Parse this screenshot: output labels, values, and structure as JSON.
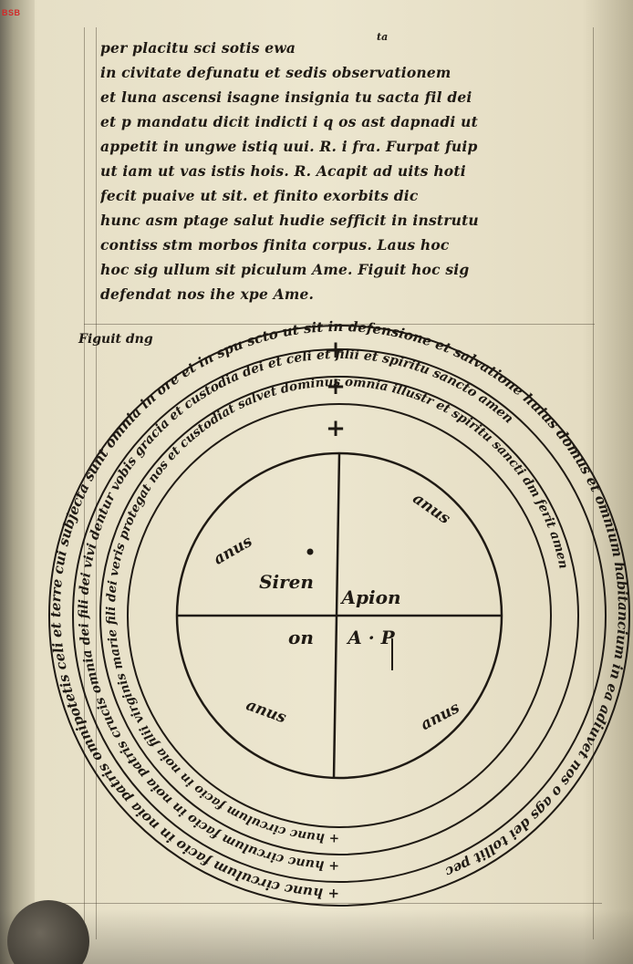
{
  "stamp": "BSB",
  "text_lines": [
    "per placitu sci sotis ewa",
    "in civitate defunatu et sedis observationem",
    "et luna ascensi isagne insignia tu sacta fil dei",
    "et p mandatu dicit indicti i q os ast dapnadi ut",
    "appetit in ungwe istiq uui. R. i fra. Furpat fuip",
    "ut iam ut vas istis hois. R. Acapit ad uits hoti",
    "fecit puaive ut sit. et finito exorbits dic",
    "hunc asm ptage salut hudie sefficit in instrutu",
    "contiss stm morbos finita corpus. Laus hoc",
    "hoc sig ullum sit piculum Ame. Figuit hoc sig",
    "defendat nos ihe xpe Ame."
  ],
  "superscript": "ta",
  "margin_note": "Figuit dng",
  "diagram": {
    "outer_ring": "+ hunc circulum facio in noia patris omnipotetis celi et terre cui subjecta sunt omnia in ore et in spu scto ut sit in defensione et salvatione huius domus et omnium habitancium in ea adiuvet nos o ags dei tollit pec",
    "second_ring": "+ hunc circulum facio in noia patris crucis omnia dei fili dei vivi dentur vobis gracia et custodia dei et celi et filii et spiritu sancto amen",
    "third_ring": "+ hunc circulum facio in noia filii virginis marie fili dei veris protegat nos et custodiat salvet dominus omnia illustr et spiritu sancti dm ferit amen",
    "top_marks": [
      "+",
      "+",
      "+"
    ],
    "quadrant_labels": {
      "upper_left_edge": "anus",
      "upper_right_edge": "anus",
      "lower_left_edge": "anus",
      "lower_right_edge": "anus",
      "center_left": "Siren",
      "center_right": "Apion",
      "lower_center_left": "on",
      "lower_center_right": "A · P"
    }
  }
}
